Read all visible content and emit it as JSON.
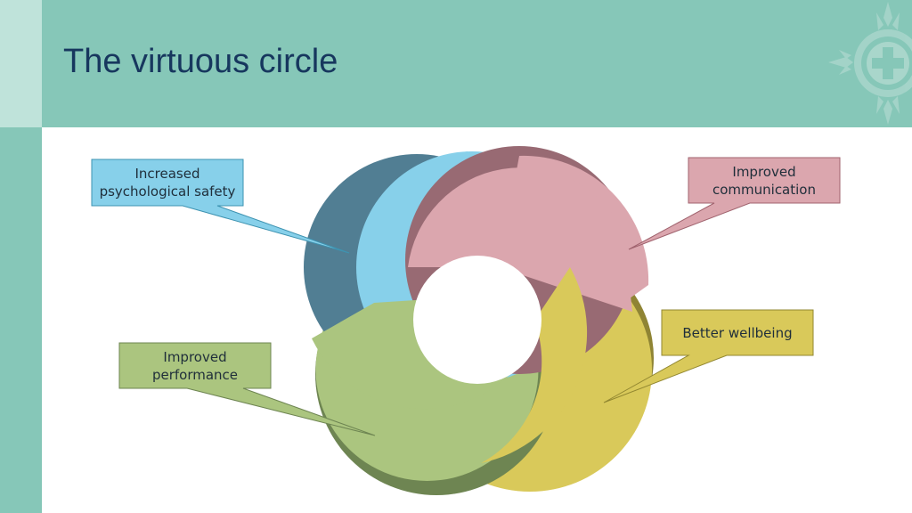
{
  "slide": {
    "title": "The virtuous circle"
  },
  "diagram": {
    "callouts": {
      "safety": {
        "line1": "Increased",
        "line2": "psychological safety",
        "color": "#87d0ea"
      },
      "communication": {
        "line1": "Improved",
        "line2": "communication",
        "color": "#dba6ae"
      },
      "wellbeing": {
        "line1": "Better wellbeing",
        "color": "#d9c95a"
      },
      "performance": {
        "line1": "Improved",
        "line2": "performance",
        "color": "#abc57f"
      }
    },
    "segments": [
      "blue",
      "pink",
      "yellow",
      "green"
    ],
    "emblem_icon": "cross-emblem-icon"
  }
}
